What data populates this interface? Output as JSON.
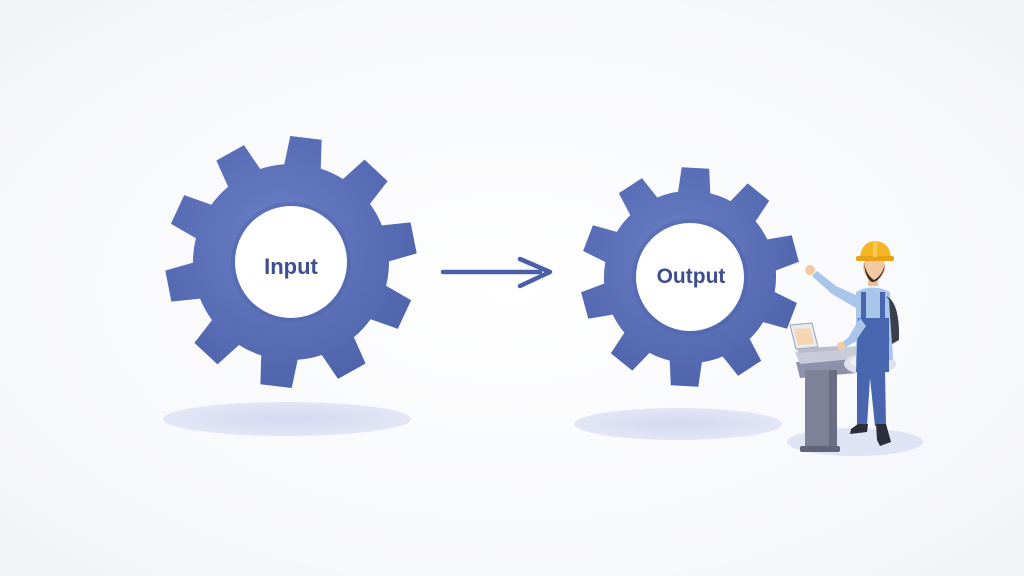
{
  "diagram": {
    "nodes": [
      {
        "id": "input",
        "label": "Input",
        "icon": "gear-icon"
      },
      {
        "id": "output",
        "label": "Output",
        "icon": "gear-icon"
      }
    ],
    "edges": [
      {
        "from": "input",
        "to": "output",
        "icon": "arrow-right-icon"
      }
    ],
    "figure": {
      "icon": "worker-icon",
      "description_icon": "hard-hat-icon"
    }
  },
  "colors": {
    "gear": "#5a6fb8",
    "gear_dark": "#4a5ea6",
    "arrow": "#4b5fa7",
    "shadow": "#d9def3",
    "label": "#3d4f8f",
    "hard_hat": "#f5b623",
    "shirt": "#a9c6ea",
    "overalls": "#4866b0"
  }
}
